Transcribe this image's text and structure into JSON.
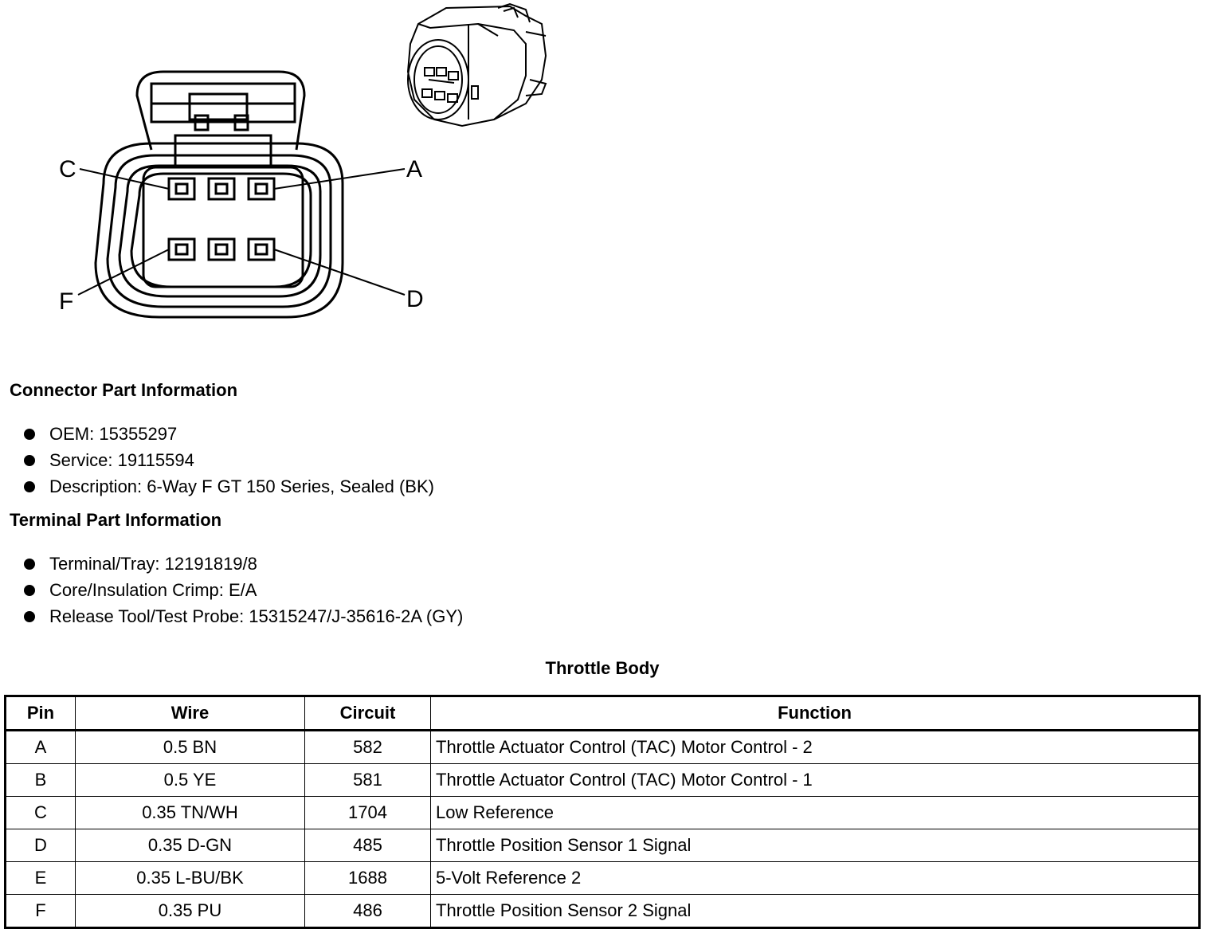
{
  "diagram": {
    "pin_labels": {
      "a": "A",
      "c": "C",
      "d": "D",
      "f": "F"
    }
  },
  "connector_info": {
    "heading": "Connector Part Information",
    "items": [
      "OEM: 15355297",
      "Service: 19115594",
      "Description: 6-Way F GT 150 Series, Sealed (BK)"
    ]
  },
  "terminal_info": {
    "heading": "Terminal Part Information",
    "items": [
      "Terminal/Tray: 12191819/8",
      "Core/Insulation Crimp: E/A",
      "Release Tool/Test Probe: 15315247/J-35616-2A (GY)"
    ]
  },
  "table": {
    "title": "Throttle Body",
    "headers": {
      "pin": "Pin",
      "wire": "Wire",
      "circuit": "Circuit",
      "function": "Function"
    },
    "rows": [
      {
        "pin": "A",
        "wire": "0.5 BN",
        "circuit": "582",
        "function": "Throttle Actuator Control (TAC) Motor Control - 2"
      },
      {
        "pin": "B",
        "wire": "0.5 YE",
        "circuit": "581",
        "function": "Throttle Actuator Control (TAC) Motor Control - 1"
      },
      {
        "pin": "C",
        "wire": "0.35 TN/WH",
        "circuit": "1704",
        "function": "Low Reference"
      },
      {
        "pin": "D",
        "wire": "0.35 D-GN",
        "circuit": "485",
        "function": "Throttle Position Sensor 1 Signal"
      },
      {
        "pin": "E",
        "wire": "0.35 L-BU/BK",
        "circuit": "1688",
        "function": "5-Volt Reference 2"
      },
      {
        "pin": "F",
        "wire": "0.35 PU",
        "circuit": "486",
        "function": "Throttle Position Sensor 2 Signal"
      }
    ]
  }
}
